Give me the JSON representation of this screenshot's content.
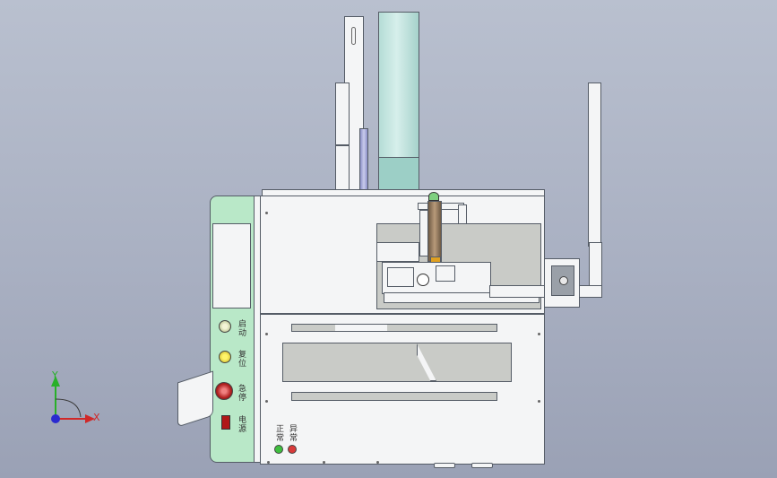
{
  "panel": {
    "buttons": [
      {
        "label": "启动",
        "color": "#e8e8c0"
      },
      {
        "label": "复位",
        "color": "#f0e64a"
      },
      {
        "label": "急停",
        "color": "#c8383a"
      },
      {
        "label": "电源",
        "color": "#d02828"
      }
    ]
  },
  "lower_panel": {
    "indicators": [
      {
        "label": "正常",
        "color": "#3fbf3f"
      },
      {
        "label": "异常",
        "color": "#d83a3a"
      }
    ]
  },
  "axes": {
    "y_label": "Y",
    "x_label": "X",
    "colors": {
      "y": "#28b028",
      "x": "#d02828",
      "z": "#2a2ad0"
    }
  }
}
